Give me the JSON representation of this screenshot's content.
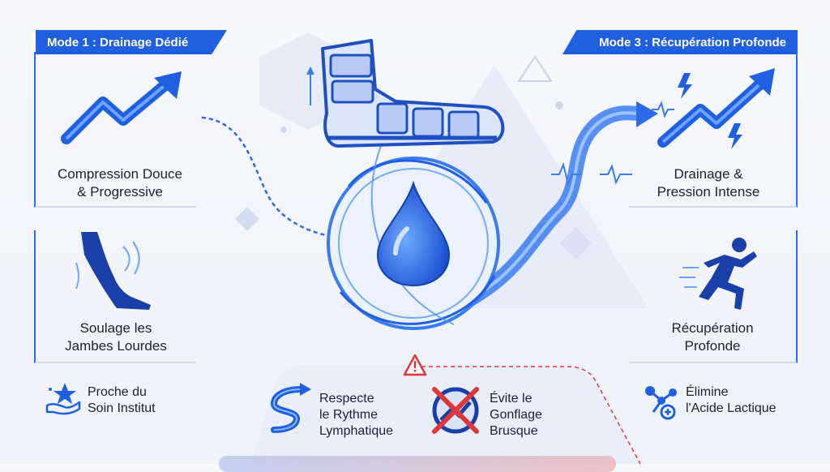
{
  "modes": {
    "mode1": "Mode 1 : Drainage Dédié",
    "mode3": "Mode 3 : Récupération Profonde"
  },
  "cards": {
    "left_top": {
      "line1": "Compression Douce",
      "line2": "& Progressive",
      "icon": "rising-arrow-icon"
    },
    "left_bottom": {
      "line1": "Soulage les",
      "line2": "Jambes Lourdes",
      "icon": "leg-icon"
    },
    "right_top": {
      "line1": "Drainage &",
      "line2": "Pression Intense",
      "icon": "lightning-arrow-icon"
    },
    "right_bottom": {
      "line1": "Récupération",
      "line2": "Profonde",
      "icon": "runner-icon"
    }
  },
  "features": {
    "soin": {
      "line1": "Proche du",
      "line2": "Soin Institut",
      "icon": "star-hand-icon"
    },
    "rythme": {
      "line1": "Respecte",
      "line2": "le Rythme",
      "line3": "Lymphatique",
      "icon": "wave-arrow-icon"
    },
    "gonflage": {
      "line1": "Évite le",
      "line2": "Gonflage",
      "line3": "Brusque",
      "icon": "no-inflate-icon"
    },
    "acide": {
      "line1": "Élimine",
      "line2": "l'Acide Lactique",
      "icon": "molecule-icon"
    }
  },
  "center": {
    "icon": "water-drop-icon",
    "boot_icon": "compression-boot-icon",
    "warning_icon": "warning-icon"
  },
  "colors": {
    "accent": "#1f5fe0",
    "warning": "#e0383a",
    "text": "#1b2233"
  }
}
